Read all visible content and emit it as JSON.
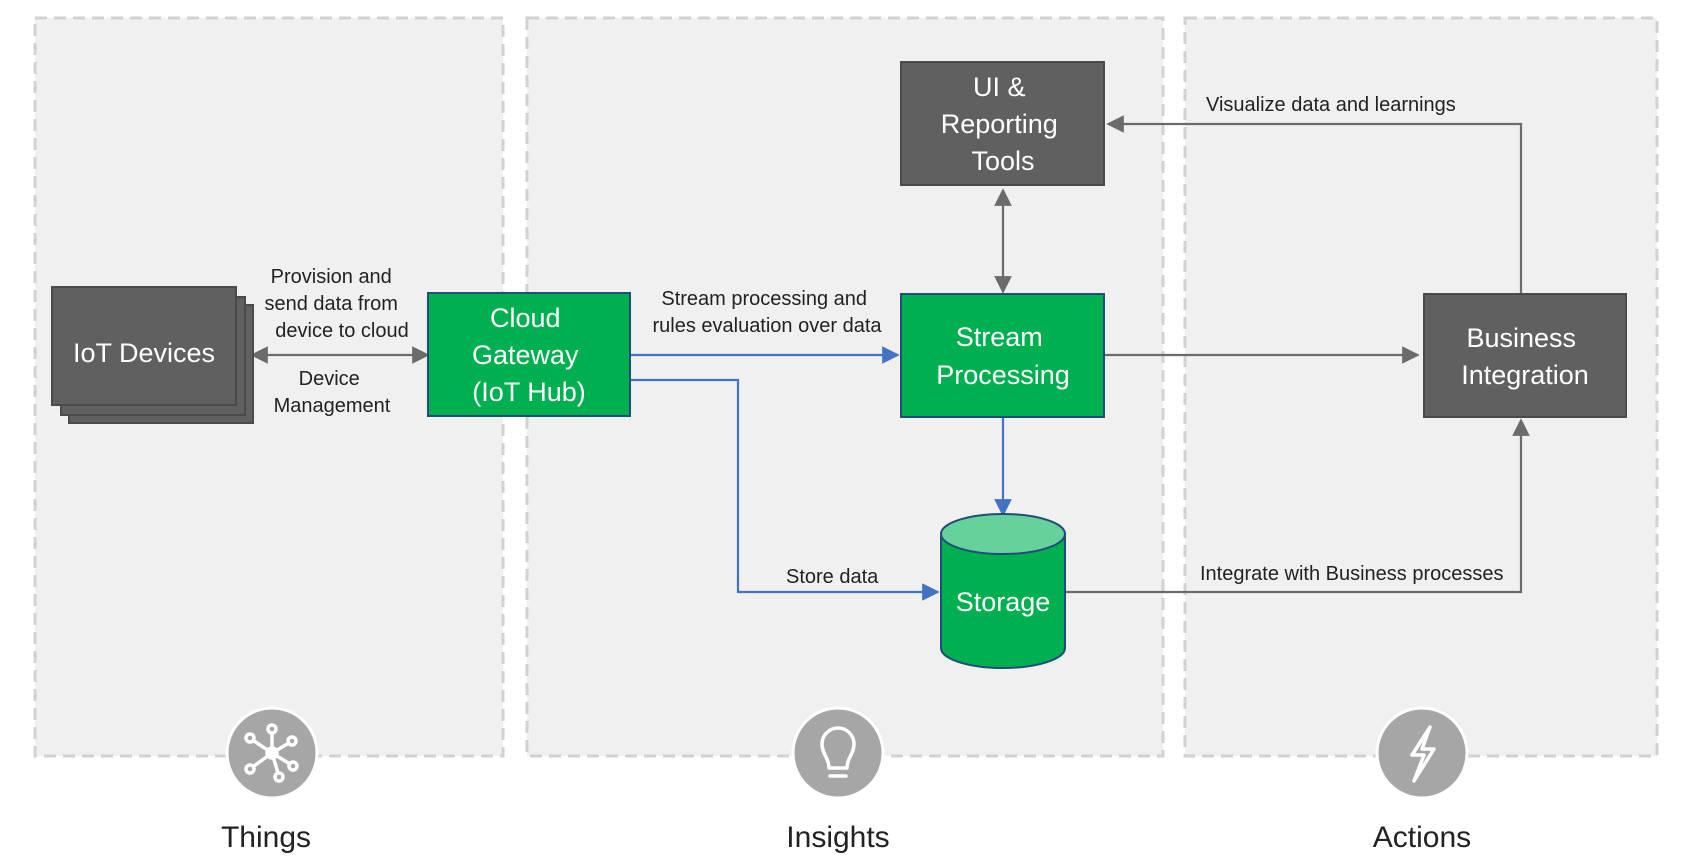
{
  "zones": {
    "things": "Things",
    "insights": "Insights",
    "actions": "Actions"
  },
  "nodes": {
    "iot_devices": [
      "IoT Devices"
    ],
    "cloud_gateway": [
      "Cloud",
      "Gateway",
      "(IoT Hub)"
    ],
    "ui_reporting": [
      "UI &",
      "Reporting",
      "Tools"
    ],
    "stream_processing": [
      "Stream",
      "Processing"
    ],
    "storage": [
      "Storage"
    ],
    "business_integration": [
      "Business",
      "Integration"
    ]
  },
  "edge_labels": {
    "provision": [
      "Provision and",
      "send data from",
      "device to cloud"
    ],
    "device_mgmt": [
      "Device",
      "Management"
    ],
    "stream_rules": [
      "Stream processing and",
      "rules evaluation over data"
    ],
    "visualize": "Visualize data and learnings",
    "store": "Store data",
    "integrate": "Integrate with Business processes"
  },
  "icons": {
    "things": "hub-network-icon",
    "insights": "lightbulb-icon",
    "actions": "lightning-bolt-icon"
  },
  "colors": {
    "zone_fill": "#f0f0f0",
    "gray_box": "#606060",
    "green_box": "#00b050",
    "storage_top": "#66d19a",
    "flow_blue": "#4472c4",
    "flow_gray": "#6b6b6b",
    "icon_circle": "#a6a6a6"
  }
}
